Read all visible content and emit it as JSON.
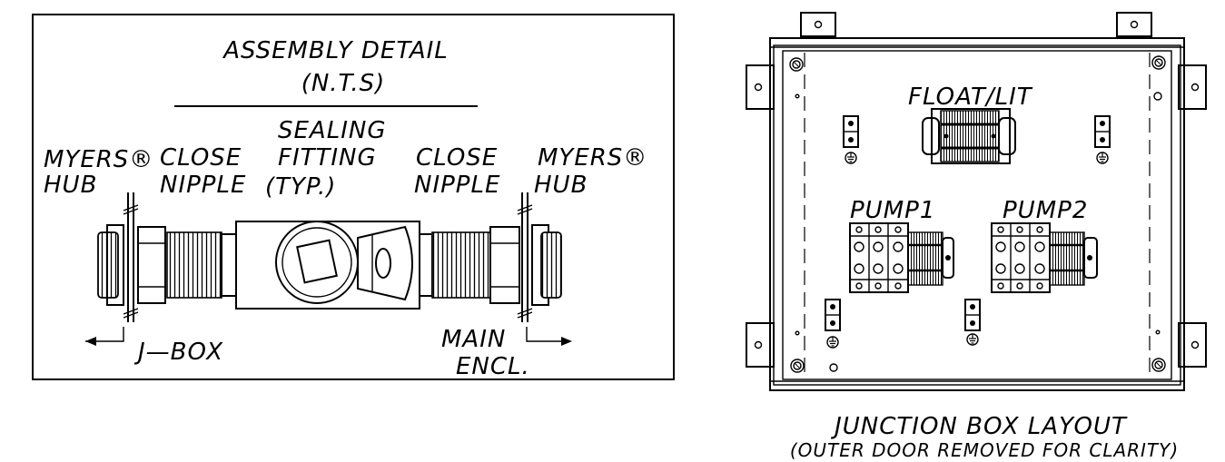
{
  "assembly_detail": {
    "title": "ASSEMBLY DETAIL",
    "subtitle": "(N.T.S)",
    "labels": {
      "myers_hub_left": [
        "MYERS®",
        "HUB"
      ],
      "close_nipple_left": [
        "CLOSE",
        "NIPPLE"
      ],
      "sealing_fitting": [
        "SEALING",
        "FITTING",
        "(TYP.)"
      ],
      "close_nipple_right": [
        "CLOSE",
        "NIPPLE"
      ],
      "myers_hub_right": [
        "MYERS®",
        "HUB"
      ],
      "j_box": "J—BOX",
      "main_encl": [
        "MAIN",
        "ENCL."
      ]
    }
  },
  "junction_box": {
    "title": "JUNCTION BOX LAYOUT",
    "subtitle": "(OUTER DOOR REMOVED FOR CLARITY)",
    "terminal_labels": {
      "float_lit": "FLOAT/LIT",
      "pump1": "PUMP1",
      "pump2": "PUMP2"
    }
  }
}
